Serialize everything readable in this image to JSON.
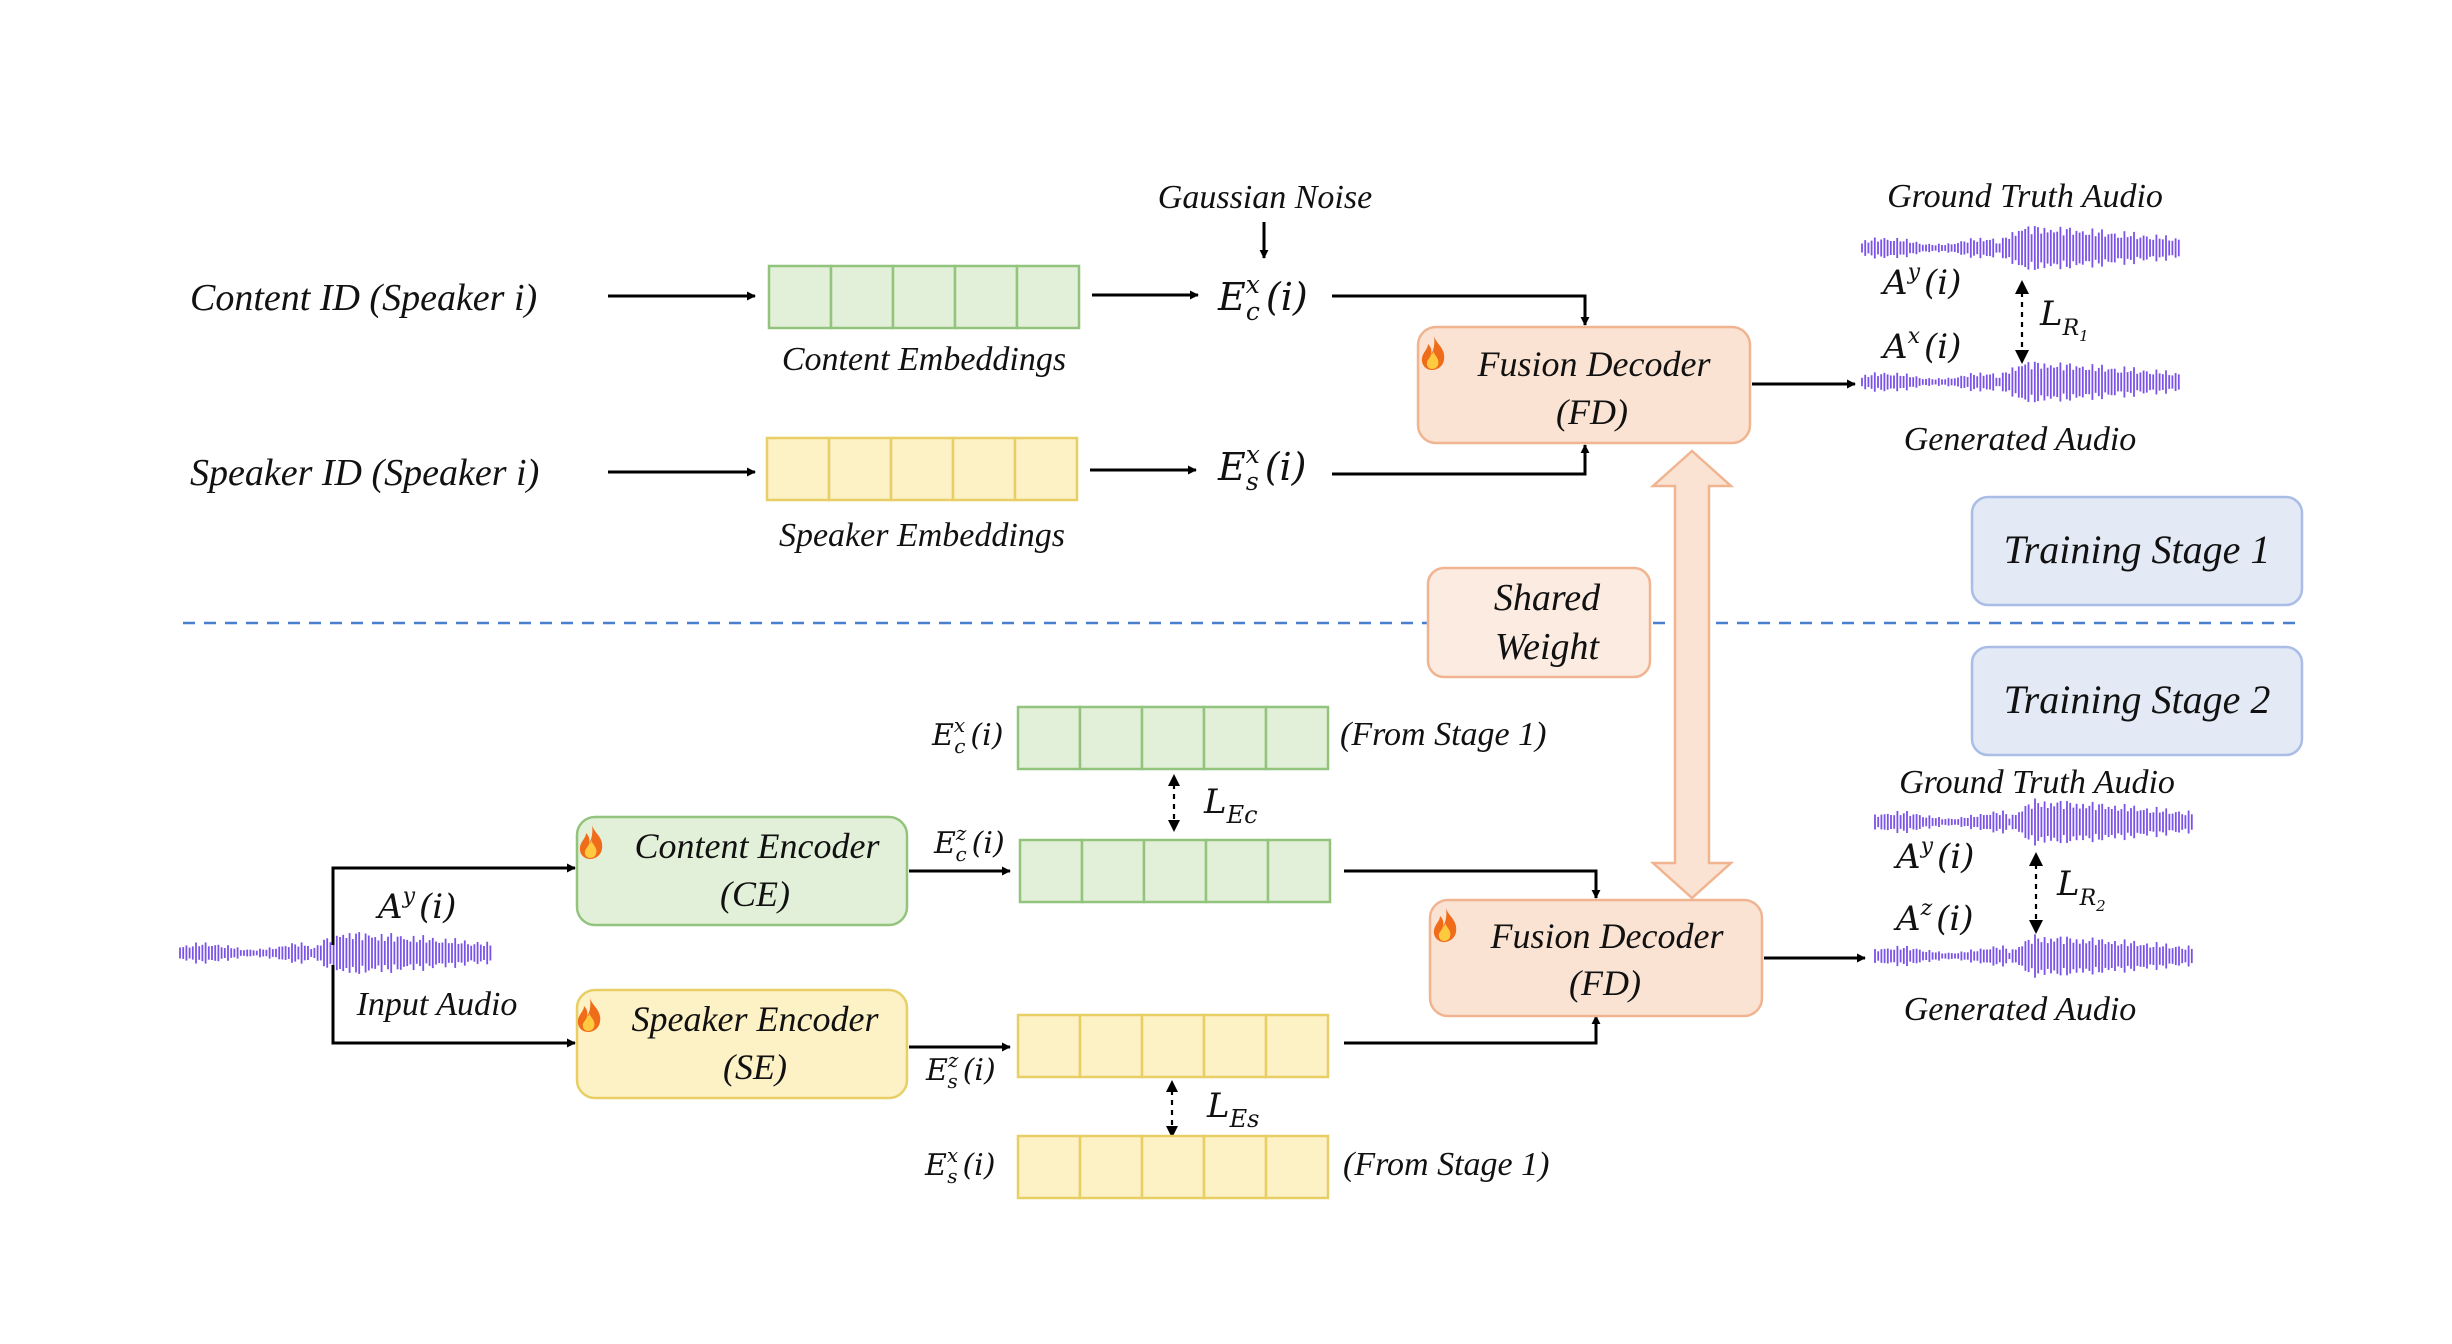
{
  "stage1": {
    "content_id": "Content ID (Speaker i)",
    "speaker_id": "Speaker ID (Speaker i)",
    "content_embeddings": "Content Embeddings",
    "speaker_embeddings": "Speaker Embeddings",
    "gaussian_noise": "Gaussian Noise",
    "ec": {
      "base": "E",
      "sup": "x",
      "sub": "c",
      "arg": "(i)"
    },
    "es": {
      "base": "E",
      "sup": "x",
      "sub": "s",
      "arg": "(i)"
    },
    "decoder": {
      "line1": "Fusion Decoder",
      "line2": "(FD)"
    },
    "ground_truth": "Ground Truth Audio",
    "generated": "Generated Audio",
    "ay": {
      "base": "A",
      "sup": "y",
      "arg": "(i)"
    },
    "ax": {
      "base": "A",
      "sup": "x",
      "arg": "(i)"
    },
    "loss": {
      "base": "L",
      "sub": "R",
      "subsub": "1"
    },
    "stage_label": "Training Stage 1"
  },
  "shared": {
    "line1": "Shared",
    "line2": "Weight"
  },
  "stage2": {
    "stage_label": "Training Stage 2",
    "input_audio": "Input Audio",
    "input_ay": {
      "base": "A",
      "sup": "y",
      "arg": "(i)"
    },
    "content_encoder": {
      "line1": "Content Encoder",
      "line2": "(CE)"
    },
    "speaker_encoder": {
      "line1": "Speaker Encoder",
      "line2": "(SE)"
    },
    "ecx": {
      "base": "E",
      "sup": "x",
      "sub": "c",
      "arg": "(i)"
    },
    "ecz": {
      "base": "E",
      "sup": "z",
      "sub": "c",
      "arg": "(i)"
    },
    "esz": {
      "base": "E",
      "sup": "z",
      "sub": "s",
      "arg": "(i)"
    },
    "esx": {
      "base": "E",
      "sup": "x",
      "sub": "s",
      "arg": "(i)"
    },
    "from_stage1": "(From Stage 1)",
    "lec": {
      "base": "L",
      "sub": "Ec"
    },
    "les": {
      "base": "L",
      "sub": "Es"
    },
    "decoder": {
      "line1": "Fusion Decoder",
      "line2": "(FD)"
    },
    "ground_truth": "Ground Truth Audio",
    "generated": "Generated Audio",
    "ay": {
      "base": "A",
      "sup": "y",
      "arg": "(i)"
    },
    "az": {
      "base": "A",
      "sup": "z",
      "arg": "(i)"
    },
    "loss": {
      "base": "L",
      "sub": "R",
      "subsub": "2"
    }
  },
  "colors": {
    "content_green": "#e3f0d9",
    "speaker_yellow": "#fdf1c6",
    "decoder_orange": "#fbe3d3",
    "stage_blue": "#e3e9f5",
    "waveform_purple": "#7b52e8",
    "divider_blue": "#4a7fd0"
  },
  "icons": {
    "trainable": "fire-icon"
  }
}
